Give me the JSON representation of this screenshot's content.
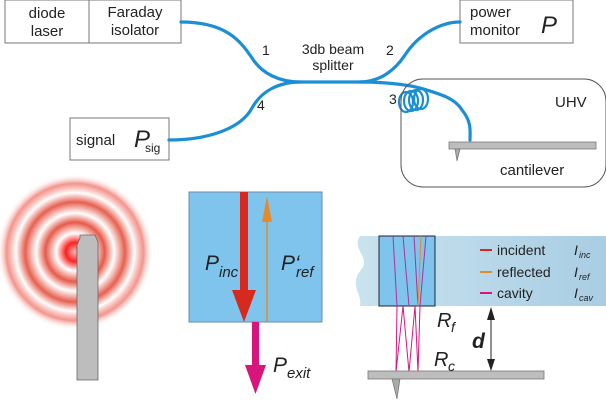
{
  "colors": {
    "fiber": "#1a8fd6",
    "box_stroke": "#777777",
    "incident": "#d8291f",
    "reflected": "#e58a2a",
    "cavity": "#d8157d",
    "glass": "#7ec4ec",
    "cantilever": "#bdbdbd"
  },
  "setup": {
    "boxes": {
      "diode_laser": [
        "diode",
        "laser"
      ],
      "faraday_isolator": [
        "Faraday",
        "isolator"
      ],
      "power_monitor": [
        "power",
        "monitor"
      ],
      "power_symbol": "P",
      "signal": "signal",
      "signal_symbol": "P",
      "signal_subscript": "sig"
    },
    "splitter": [
      "3db beam",
      "splitter"
    ],
    "ports": [
      "1",
      "2",
      "3",
      "4"
    ],
    "chamber": "UHV",
    "cantilever": "cantilever"
  },
  "beam_panel": {
    "incident": {
      "symbol": "P",
      "subscript": "inc"
    },
    "reflected": {
      "symbol": "P‘",
      "subscript": "ref"
    },
    "exit": {
      "symbol": "P",
      "subscript": "exit"
    }
  },
  "cavity_panel": {
    "legend": [
      {
        "label": "incident",
        "symbol": "I",
        "subscript": "inc",
        "color_key": "incident"
      },
      {
        "label": "reflected",
        "symbol": "I",
        "subscript": "ref",
        "color_key": "reflected"
      },
      {
        "label": "cavity",
        "symbol": "I",
        "subscript": "cav",
        "color_key": "cavity"
      }
    ],
    "rf": {
      "symbol": "R",
      "subscript": "f"
    },
    "rc": {
      "symbol": "R",
      "subscript": "c"
    },
    "gap": "d"
  }
}
